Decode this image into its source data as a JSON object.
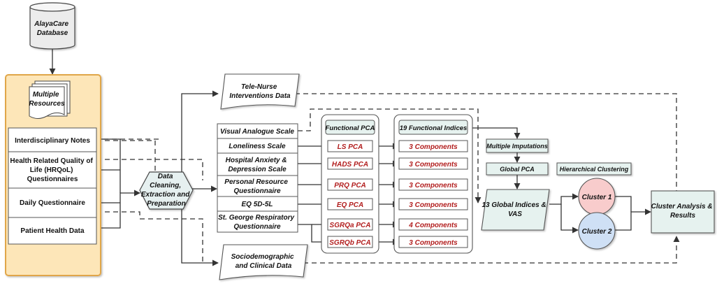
{
  "sources": {
    "database": [
      "AlayaCare",
      "Database"
    ],
    "resources": [
      "Multiple",
      "Resources"
    ],
    "items": [
      [
        "Interdisciplinary Notes"
      ],
      [
        "Health Related Quality of",
        "Life (HRQoL)",
        "Questionnaires"
      ],
      [
        "Daily Questionnaire"
      ],
      [
        "Patient Health Data"
      ]
    ]
  },
  "cleaning": [
    "Data",
    "Cleaning,",
    "Extraction and",
    "Preparation"
  ],
  "telenurse": [
    "Tele-Nurse",
    "Interventions Data"
  ],
  "sociodemo": [
    "Sociodemographic",
    "and Clinical Data"
  ],
  "scales": [
    [
      "Visual Analogue Scale"
    ],
    [
      "Loneliness Scale"
    ],
    [
      "Hospital Anxiety &",
      "Depression Scale"
    ],
    [
      "Personal Resource",
      "Questionnaire"
    ],
    [
      "EQ 5D-5L"
    ],
    [
      "St. George Respiratory",
      "Questionnaire"
    ]
  ],
  "functional_pca": {
    "title": "Functional PCA",
    "items": [
      "LS PCA",
      "HADS PCA",
      "PRQ PCA",
      "EQ PCA",
      "SGRQa PCA",
      "SGRQb PCA"
    ]
  },
  "functional_indices": {
    "title": "19 Functional Indices",
    "items": [
      "3 Components",
      "3 Components",
      "3 Components",
      "3 Components",
      "4 Components",
      "3 Components"
    ]
  },
  "multiple_imputations": "Multiple Imputations",
  "global_pca": "Global PCA",
  "global_indices": [
    "13 Global Indices &",
    "VAS"
  ],
  "hierarchical_clustering": "Hierarchical Clustering",
  "clusters": [
    "Cluster 1",
    "Cluster 2"
  ],
  "results": [
    "Cluster Analysis &",
    "Results"
  ],
  "colors": {
    "panel": "#fde6b8",
    "panel_border": "#e0a64a",
    "red_text": "#b21e1e",
    "teal_fill": "#e6f2ef",
    "cluster1": "#f8cccc",
    "cluster2": "#cfe0f5",
    "hexagon": "#e6f0f0"
  }
}
